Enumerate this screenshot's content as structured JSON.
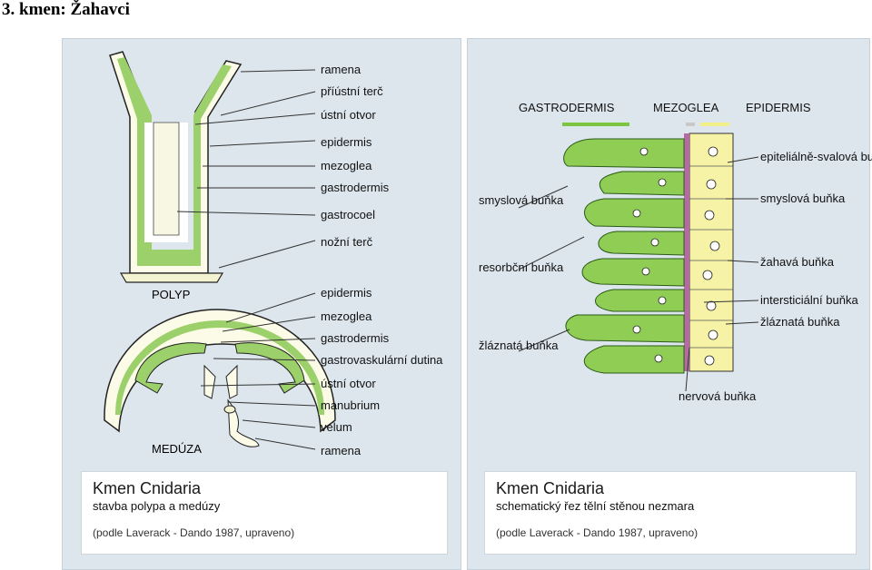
{
  "page_heading": "3. kmen: Žahavci",
  "left_panel": {
    "polyp_title": "POLYP",
    "meduza_title": "MEDÚZA",
    "polyp_labels": [
      "ramena",
      "příústní terč",
      "ústní otvor",
      "epidermis",
      "mezoglea",
      "gastrodermis",
      "gastrocoel",
      "nožní terč"
    ],
    "meduza_labels": [
      "epidermis",
      "mezoglea",
      "gastrodermis",
      "gastrovaskulární dutina",
      "ústní otvor",
      "manubrium",
      "velum",
      "ramena"
    ],
    "caption": {
      "title": "Kmen Cnidaria",
      "subtitle": "stavba polypa a medúzy",
      "source": "(podle Laverack - Dando 1987, upraveno)"
    }
  },
  "right_panel": {
    "layer_headers": [
      "GASTRODERMIS",
      "MEZOGLEA",
      "EPIDERMIS"
    ],
    "layer_colors": [
      "#7cc540",
      "#c8c8c8",
      "#f2ef86"
    ],
    "left_labels": [
      "smyslová buňka",
      "resorbční buňka",
      "žláznatá buňka"
    ],
    "right_labels": [
      "epiteliálně-svalová buňka",
      "smyslová buňka",
      "žahavá buňka",
      "intersticiální buňka",
      "žláznatá buňka"
    ],
    "bottom_label": "nervová buňka",
    "caption": {
      "title": "Kmen Cnidaria",
      "subtitle": "schematický řez tělní stěnou nezmara",
      "source": "(podle Laverack - Dando 1987, upraveno)"
    }
  }
}
